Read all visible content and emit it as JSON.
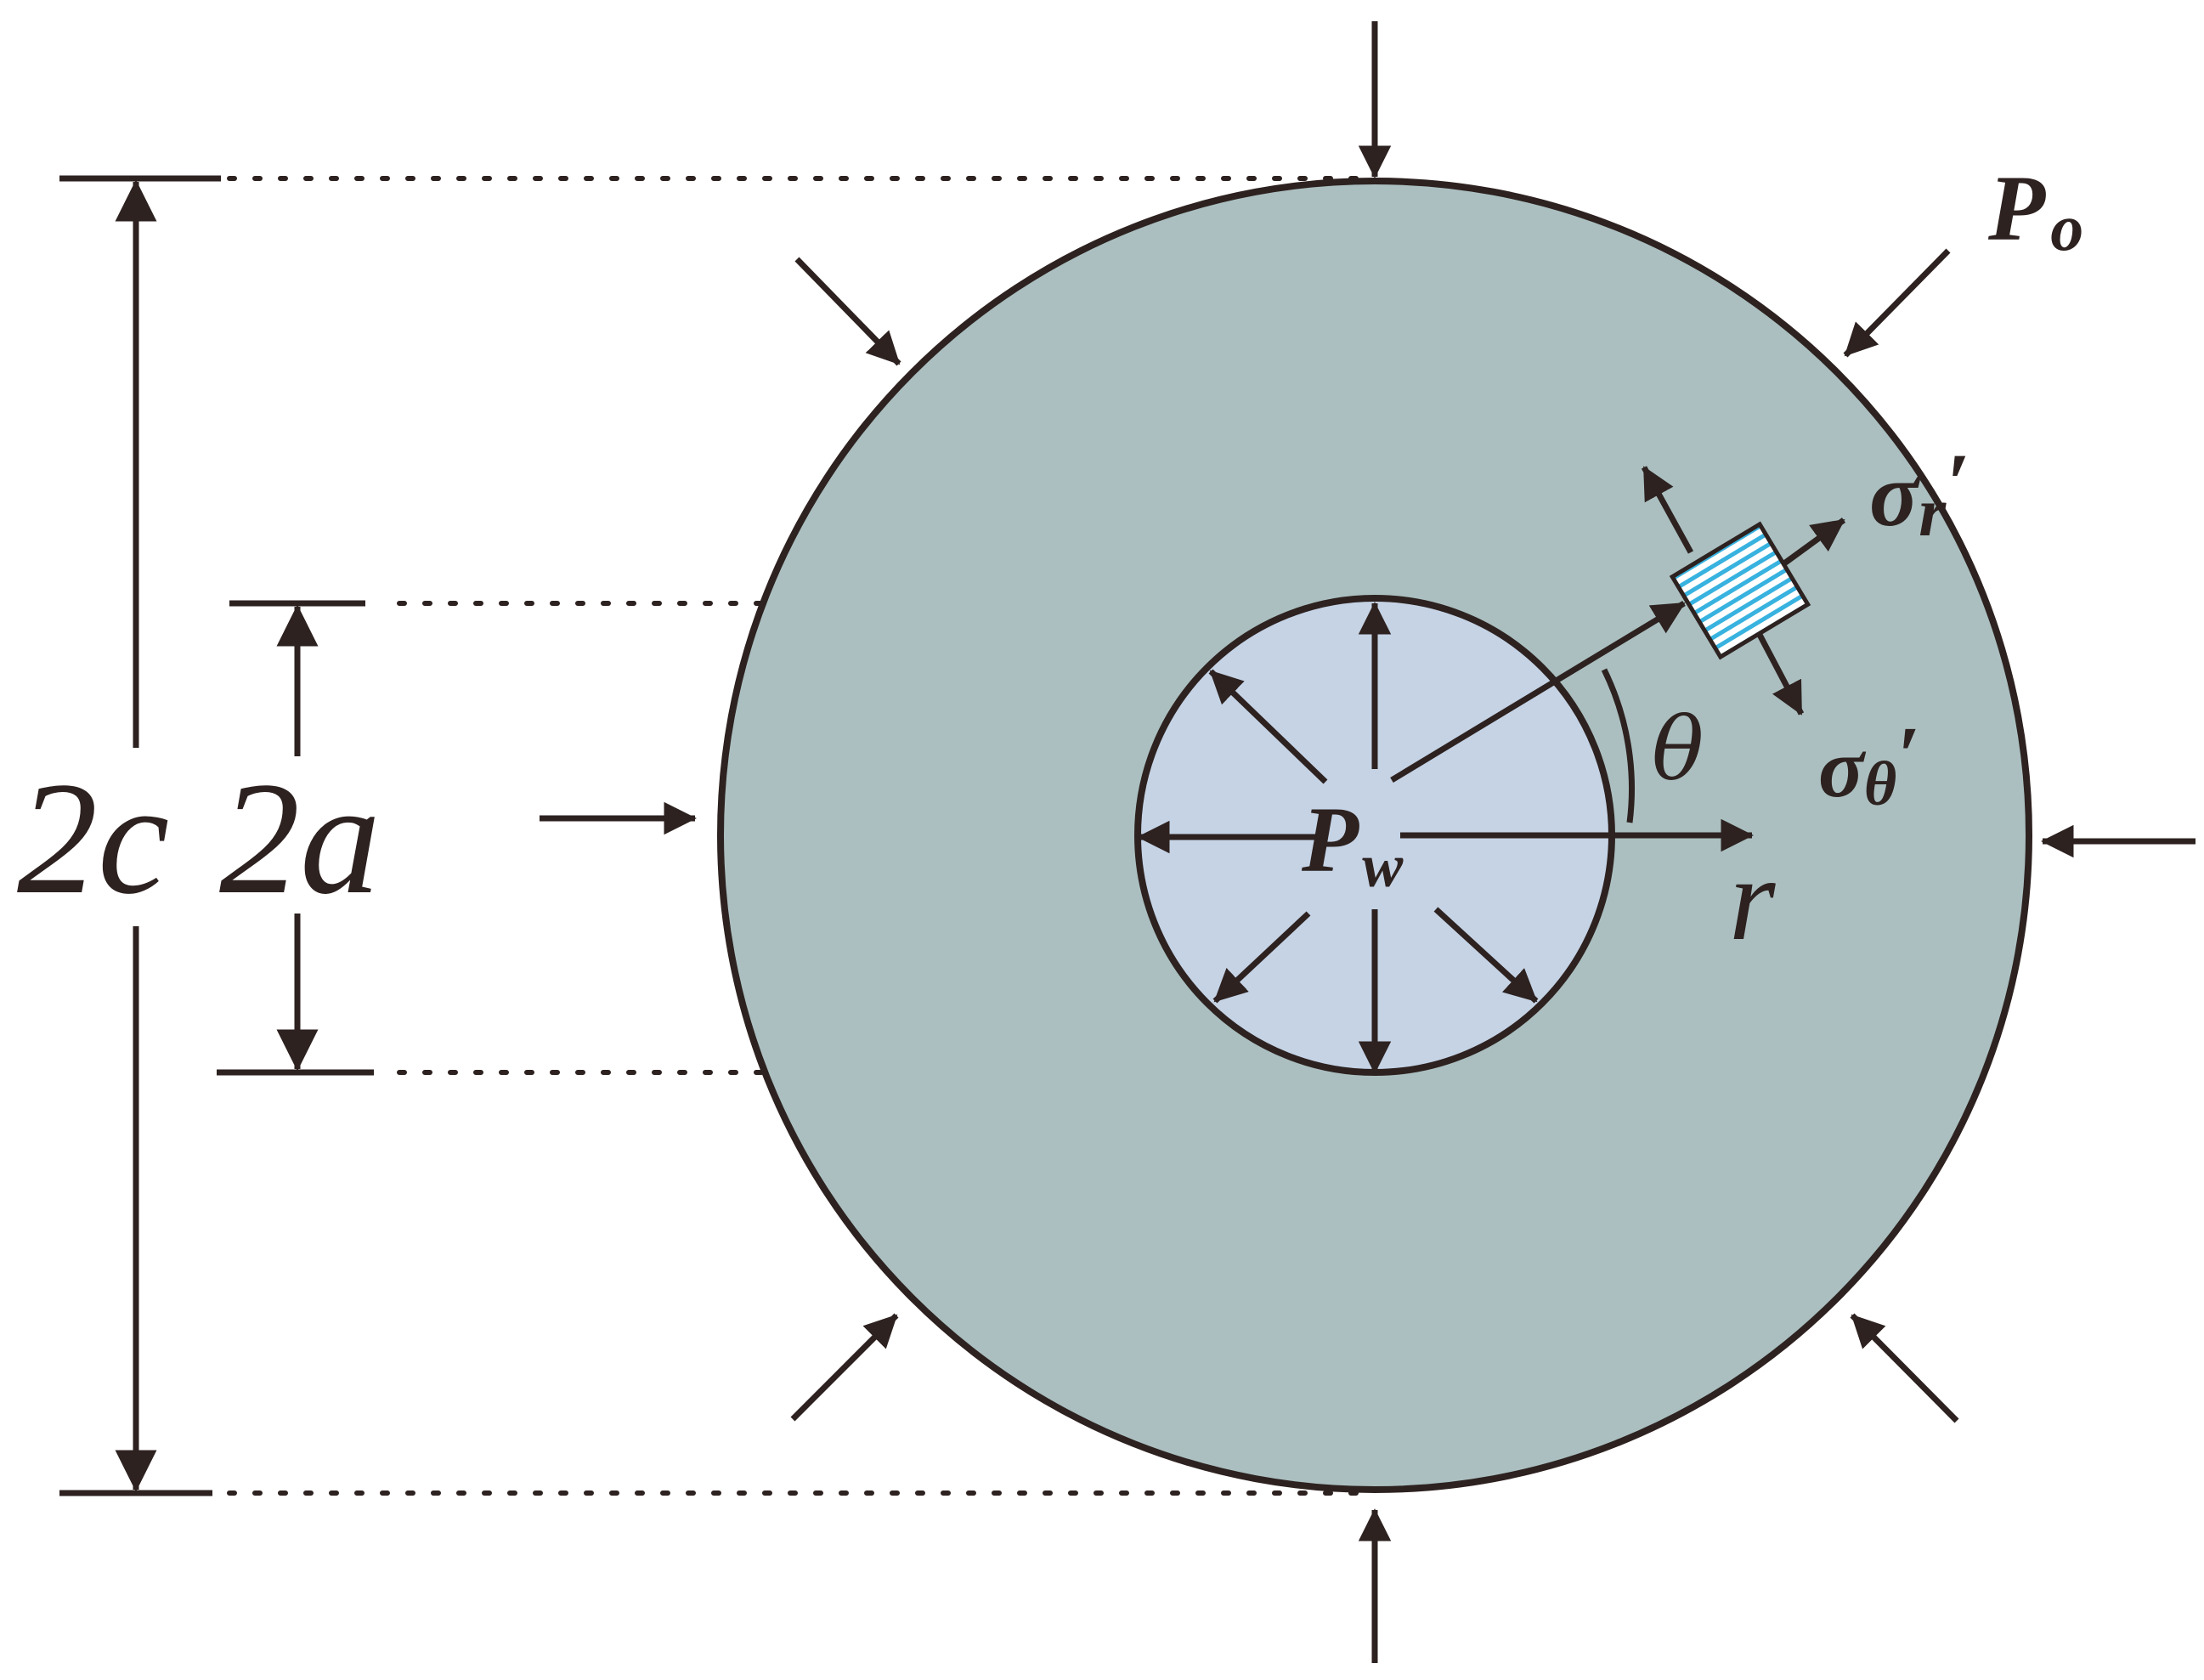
{
  "labels": {
    "outer_diameter": "2c",
    "inner_diameter": "2a",
    "outer_pressure": "P",
    "outer_pressure_sub": "o",
    "inner_pressure": "P",
    "inner_pressure_sub": "w",
    "radial_stress": "σ",
    "radial_stress_sub": "r",
    "radial_stress_prime": "′",
    "hoop_stress": "σ",
    "hoop_stress_sub": "θ",
    "hoop_stress_prime": "′",
    "angle": "θ",
    "radius": "r"
  },
  "colors": {
    "outer_fill": "#abbfc0",
    "inner_fill": "#c5d3e5",
    "stroke": "#2d2220",
    "element_hatch": "#38b2df"
  }
}
